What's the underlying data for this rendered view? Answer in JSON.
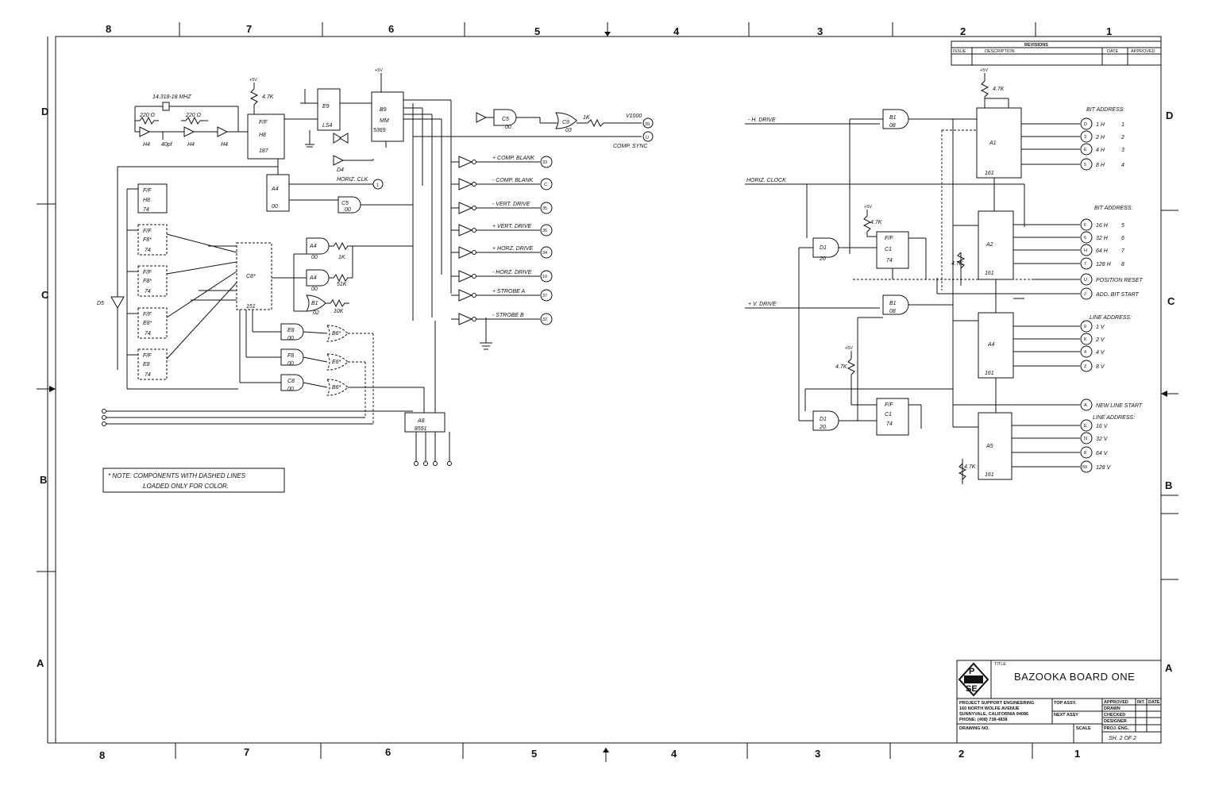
{
  "zones": {
    "columns": [
      "8",
      "7",
      "6",
      "5",
      "4",
      "3",
      "2",
      "1"
    ],
    "rows": [
      "D",
      "C",
      "B",
      "A"
    ]
  },
  "title_block": {
    "logo_top": "P",
    "logo_bottom": "SE",
    "title_caption": "TITLE",
    "title": "BAZOOKA BOARD ONE",
    "company": [
      "PROJECT SUPPORT ENGINEERING",
      "160 NORTH WOLFE AVENUE",
      "SUNNYVALE, CALIFORNIA 94086",
      "PHONE: (408) 738-4838"
    ],
    "top_assy": "TOP ASSY.",
    "next_assy": "NEXT ASSY",
    "drawing_no": "DRAWING NO.",
    "scale": "SCALE",
    "approvals_header": [
      "APPROVED",
      "INT.",
      "DATE"
    ],
    "approvals": [
      "DRAWN",
      "CHECKED",
      "DESIGNER",
      "PROJ. ENG."
    ],
    "sheet": "SH. 2 OF 2"
  },
  "revisions": {
    "title": "REVISIONS",
    "columns": [
      "ISSUE",
      "DESCRIPTION",
      "DATE",
      "APPROVED"
    ]
  },
  "note": {
    "line1": "* NOTE:  COMPONENTS WITH DASHED LINES",
    "line2": "LOADED ONLY FOR COLOR."
  },
  "left_circuit": {
    "crystal": "14.318-18 MHZ",
    "r_220a": "220 Ω",
    "r_220b": "220 Ω",
    "r_47k": "4.7K",
    "supply": "+5V",
    "ff_h8": [
      "F/F",
      "H8",
      "187"
    ],
    "ff_a1": [
      "F/F",
      "H8",
      "74"
    ],
    "counter_e9": [
      "E9",
      "LS4"
    ],
    "chip_b9": [
      "B9",
      "MM",
      "5369"
    ],
    "chips_mux": [
      "F/F",
      "F8*",
      "74",
      "F/F",
      "F8*",
      "74",
      "F/F",
      "E8*",
      "74",
      "F/F",
      "E8",
      "74"
    ],
    "c8": [
      "C8*",
      "151"
    ],
    "gates_mid": [
      "A4",
      "00",
      "A4",
      "00",
      "B1",
      "02",
      "C5",
      "00"
    ],
    "r_1k": "1K",
    "r_51k": "51K",
    "r_10k": "10K",
    "a8": [
      "A8",
      "8551"
    ],
    "horiz_clk": "HORIZ. CLK",
    "v1000": "V1000",
    "comp_sync": "COMP. SYNC",
    "d5": "D5",
    "outputs": [
      {
        "label": "+ COMP. BLANK",
        "pin": "33"
      },
      {
        "label": "- COMP. BLANK",
        "pin": "C"
      },
      {
        "label": "- VERT. DRIVE",
        "pin": "35"
      },
      {
        "label": "+ VERT. DRIVE",
        "pin": "36"
      },
      {
        "label": "+ HORZ. DRIVE",
        "pin": "34"
      },
      {
        "label": "- HORZ. DRIVE",
        "pin": "10"
      },
      {
        "label": "+ STROBE A",
        "pin": "37"
      },
      {
        "label": "- STROBE B",
        "pin": "32"
      }
    ],
    "clk_pins": [
      "1",
      "39",
      "U"
    ]
  },
  "right_circuit": {
    "h_drive": "- H. DRIVE",
    "horiz_clock": "HORIZ. CLOCK",
    "v_drive": "+ V. DRIVE",
    "supply": "+5V",
    "r_47k": "4.7K",
    "chips": [
      {
        "name": "A1",
        "type": "161"
      },
      {
        "name": "A2",
        "type": "161"
      },
      {
        "name": "A4",
        "type": "161"
      },
      {
        "name": "A5",
        "type": "161"
      }
    ],
    "gates": [
      "B1",
      "08",
      "D1",
      "20",
      "B1",
      "08",
      "D1",
      "20"
    ],
    "ffs": [
      "F/F",
      "C1",
      "74",
      "F/F",
      "C1",
      "74"
    ],
    "bit_address_1": {
      "heading": "BIT ADDRESS:",
      "rows": [
        {
          "pin": "D",
          "name": "1 H",
          "n": "1"
        },
        {
          "pin": "3",
          "name": "2 H",
          "n": "2"
        },
        {
          "pin": "E",
          "name": "4 H",
          "n": "3"
        },
        {
          "pin": "5",
          "name": "8 H",
          "n": "4"
        }
      ]
    },
    "bit_address_2": {
      "heading": "BIT ADDRESS:",
      "rows": [
        {
          "pin": "F",
          "name": "16 H",
          "n": "5"
        },
        {
          "pin": "6",
          "name": "32 H",
          "n": "6"
        },
        {
          "pin": "H",
          "name": "64 H",
          "n": "7"
        },
        {
          "pin": "7",
          "name": "128 H",
          "n": "8"
        }
      ]
    },
    "position_reset": {
      "pin": "U",
      "label": "POSITION RESET"
    },
    "add_bit_start": {
      "pin": "J",
      "label": "ADD. BIT START"
    },
    "line_address_1": {
      "heading": "LINE ADDRESS:",
      "rows": [
        {
          "pin": "9",
          "name": "1 V"
        },
        {
          "pin": "K",
          "name": "2 V"
        },
        {
          "pin": "4",
          "name": "4 V"
        },
        {
          "pin": "Z",
          "name": "8 V"
        }
      ]
    },
    "new_line_start": {
      "pin": "A",
      "label": "NEW LINE START"
    },
    "line_address_2": {
      "heading": "LINE ADDRESS:",
      "rows": [
        {
          "pin": "E",
          "name": "16 V"
        },
        {
          "pin": "N",
          "name": "32 V"
        },
        {
          "pin": "8",
          "name": "64 V"
        },
        {
          "pin": "59",
          "name": "128 V"
        }
      ]
    }
  }
}
